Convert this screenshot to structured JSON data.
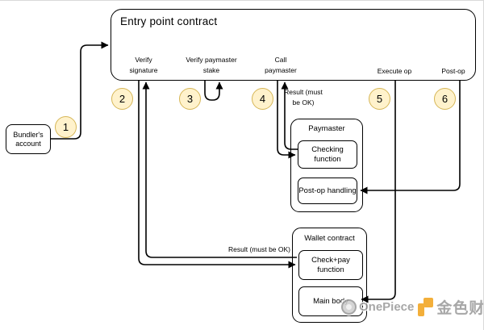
{
  "entry_point": {
    "title": "Entry point contract",
    "functions": [
      {
        "label": "Verify signature"
      },
      {
        "label": "Verify paymaster stake"
      },
      {
        "label": "Call paymaster"
      },
      {
        "label": "Execute op"
      },
      {
        "label": "Post-op"
      }
    ]
  },
  "bundler": {
    "label": "Bundler's account"
  },
  "paymaster": {
    "title": "Paymaster",
    "checking": "Checking function",
    "postop": "Post-op handling"
  },
  "wallet": {
    "title": "Wallet contract",
    "checkpay": "Check+pay function",
    "mainbody": "Main body"
  },
  "steps": [
    "1",
    "2",
    "3",
    "4",
    "5",
    "6"
  ],
  "edge_labels": {
    "wallet_result": "Result (must be OK)",
    "paymaster_result": "Result (must be OK)"
  },
  "watermark": {
    "brand": "OnePiece",
    "site": "金色财经"
  },
  "colors": {
    "step_fill": "#fff2cc",
    "step_stroke": "#d6b656",
    "line": "#000000",
    "box_stroke": "#000000",
    "watermark_grey": "#9b9b9b",
    "watermark_orange": "#f2a51f"
  }
}
